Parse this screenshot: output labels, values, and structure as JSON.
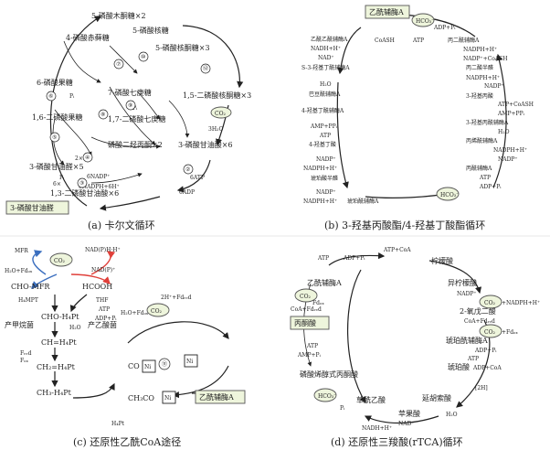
{
  "captions": {
    "a": "(a) 卡尔文循环",
    "b": "(b) 3-羟基丙酸酯/4-羟基丁酸酯循环",
    "c": "(c) 还原性乙酰CoA途径",
    "d": "(d) 还原性三羧酸(rTCA)循环"
  },
  "calvin": {
    "nodes": {
      "r5p": "5-磷酸木酮糖×2",
      "ru5p_top": "5-磷酸核糖",
      "ru5p": "5-磷酸核酮糖×3",
      "e4p": "4-磷酸赤藓糖",
      "s7p": "7-磷酸七庚糖",
      "rubp": "1,5-二磷酸核酮糖×3",
      "f6p": "6-磷酸果糖",
      "sbp": "1,7-二磷酸七庚糖",
      "fbp": "1,6-二磷酸果糖",
      "g3p_dimer": "磷酸二羟丙酮×2",
      "pga": "3-磷酸甘油酸×6",
      "g3p5": "3-磷酸甘油醛×5",
      "bpg": "1,3-二磷酸甘油酸×6",
      "output": "3-磷酸甘油醛",
      "co2": "CO₂",
      "h2o": "3H₂O",
      "pi": "Pᵢ",
      "pi2": "Pᵢ",
      "atp": "6ATP",
      "adp": "6ADP",
      "nadp": "6NADP⁺",
      "nadph": "6NADPH+6H⁺",
      "n6": "6×",
      "n2": "2×",
      "pi3": "Pᵢ"
    },
    "steps": [
      "①",
      "②",
      "③",
      "④",
      "⑤",
      "⑥",
      "⑦",
      "⑧",
      "⑨",
      "⑩",
      "⑪",
      "⑫",
      "⑬"
    ]
  },
  "hp": {
    "top": "乙酰辅酶A",
    "hco3": "HCO₃⁻",
    "hco3b": "HCO₃⁻",
    "coash": "CoASH",
    "atp_top": "ATP",
    "adp_pi": "ADP+Pᵢ",
    "left": [
      "乙酰乙酰辅酶A",
      "NADH+H⁺",
      "NAD⁺",
      "S-3-羟基丁酰辅酶A",
      "H₂O",
      "巴豆酰辅酶A",
      "4-羟基丁酰辅酶A",
      "AMP+PPᵢ",
      "ATP",
      "4-羟基丁酸",
      "NADP⁺",
      "NADPH+H⁺",
      "琥珀酸半醛",
      "NADP⁺",
      "NADPH+H⁺",
      "琥珀酰辅酶A"
    ],
    "right": [
      "丙二酰辅酶A",
      "NADPH+H⁺",
      "NADP⁺+CoASH",
      "丙二酸半醛",
      "NADPH+H⁺",
      "NADP⁺",
      "3-羟基丙酸",
      "ATP+CoASH",
      "AMP+PPᵢ",
      "3-羟基丙酰辅酶A",
      "H₂O",
      "丙烯酰辅酶A",
      "NADPH+H⁺",
      "NADP⁺",
      "丙酰辅酶A",
      "ATP",
      "ADP+Pᵢ"
    ]
  },
  "wl": {
    "co2a": "CO₂",
    "co2b": "CO₂",
    "mfr": "MFR",
    "h2o_fd": "H₂O+Fdₒₓ",
    "fd_red": "2H⁺+Fdᵣₑd",
    "nadph": "NAD(P)H·H⁺",
    "nadp": "NAD(P)⁺",
    "cho_mfr": "CHO-MFR",
    "hcooh": "HCOOH",
    "thf": "THF",
    "atp": "ATP",
    "adp": "ADP+Pᵢ",
    "cho_h4pt": "CHO-H₄Pt",
    "h4mpt": "H₄MPT",
    "ch_h4pt": "CH=H₄Pt",
    "ch2_h4pt": "CH₂=H₄Pt",
    "ch3_h4pt": "CH₃-H₄Pt",
    "fred": "Fᵣₑd",
    "fox": "Fₒₓ",
    "h2o": "H₂O",
    "arch": "产甲烷菌",
    "acet": "产乙酸菌",
    "co_ni": "CO",
    "ni": "Ni",
    "ni2": "Ni",
    "ch3co": "CH₃CO",
    "ni3": "Ni",
    "acoa": "乙酰辅酶A",
    "h4pt": "H₄Pt",
    "h2o_fdox": "H₂O+Fdₒₓ",
    "step": "⑪"
  },
  "rtca": {
    "atp_coa": "ATP+CoA",
    "adp_pi": "ADP+Pᵢ",
    "citrate": "柠檬酸",
    "isocitrate": "异柠檬酸",
    "nadp1": "NADP⁺",
    "co2_a": "CO₂",
    "nadph1": "+NADPH+H⁺",
    "oxog": "2-氧戊二酸",
    "coa": "CoA+Fdᵣₑd",
    "co2_b": "CO₂",
    "fdox": "+Fdₒₓ",
    "succcoa": "琥珀酰辅酶A",
    "adp2": "ADP+Pᵢ",
    "atp2": "ATP",
    "succ": "琥珀酸",
    "adp3": "ADP+CoA",
    "fadh": "[2H]",
    "fumarate": "延胡索酸",
    "h2o": "H₂O",
    "malate": "苹果酸",
    "nad": "NAD⁺",
    "nadh": "NADH+H⁺",
    "oaa": "草酰乙酸",
    "pi": "Pᵢ",
    "hco3": "HCO₃⁻",
    "pep": "磷酸烯醇式丙酮酸",
    "amp": "AMP+Pᵢ",
    "atp3": "ATP",
    "pyruvate": "丙酮酸",
    "coa2": "CoA+Fdᵣₑd",
    "co2_c": "CO₂",
    "fd2": "Fdₒₓ",
    "acoa": "乙酰辅酶A",
    "adp4": "ADP+Pᵢ",
    "atp4": "ATP"
  }
}
